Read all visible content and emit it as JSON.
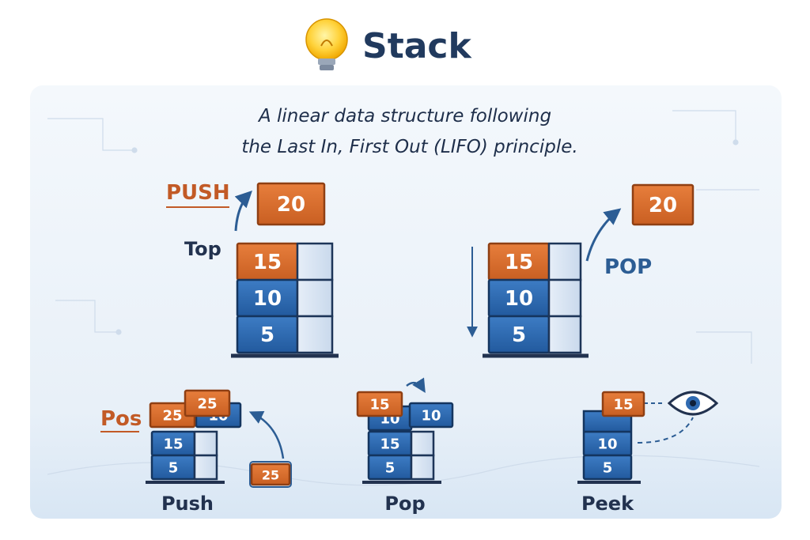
{
  "header": {
    "title": "Stack",
    "icon": "lightbulb-icon"
  },
  "subtitle": {
    "line1": "A linear data structure following",
    "line2": "the Last In, First Out (LIFO) principle."
  },
  "push_diagram": {
    "label": "PUSH",
    "top_label": "Top",
    "incoming": "20",
    "stack": [
      "15",
      "10",
      "5"
    ]
  },
  "pop_diagram": {
    "label": "POP",
    "outgoing": "20",
    "stack": [
      "15",
      "10",
      "5"
    ]
  },
  "mini_push": {
    "side_label": "Pos",
    "caption": "Push",
    "top_item": "25",
    "lifted_item": "25",
    "hidden_item": "10",
    "stack": [
      "15",
      "5"
    ],
    "incoming": "25"
  },
  "mini_pop": {
    "caption": "Pop",
    "top_item": "15",
    "hidden_item": "10",
    "removed": "10",
    "stack": [
      "15",
      "5"
    ]
  },
  "mini_peek": {
    "caption": "Peek",
    "top_item": "15",
    "stack": [
      "10",
      "5"
    ],
    "icon": "eye-icon"
  },
  "colors": {
    "blue": "#2f6ab1",
    "blue_dark": "#1d4f8e",
    "orange": "#d66a2c",
    "orange_dark": "#b3541e",
    "navy": "#22324f",
    "push_label": "#c25a26",
    "pop_label": "#2c5d94"
  }
}
